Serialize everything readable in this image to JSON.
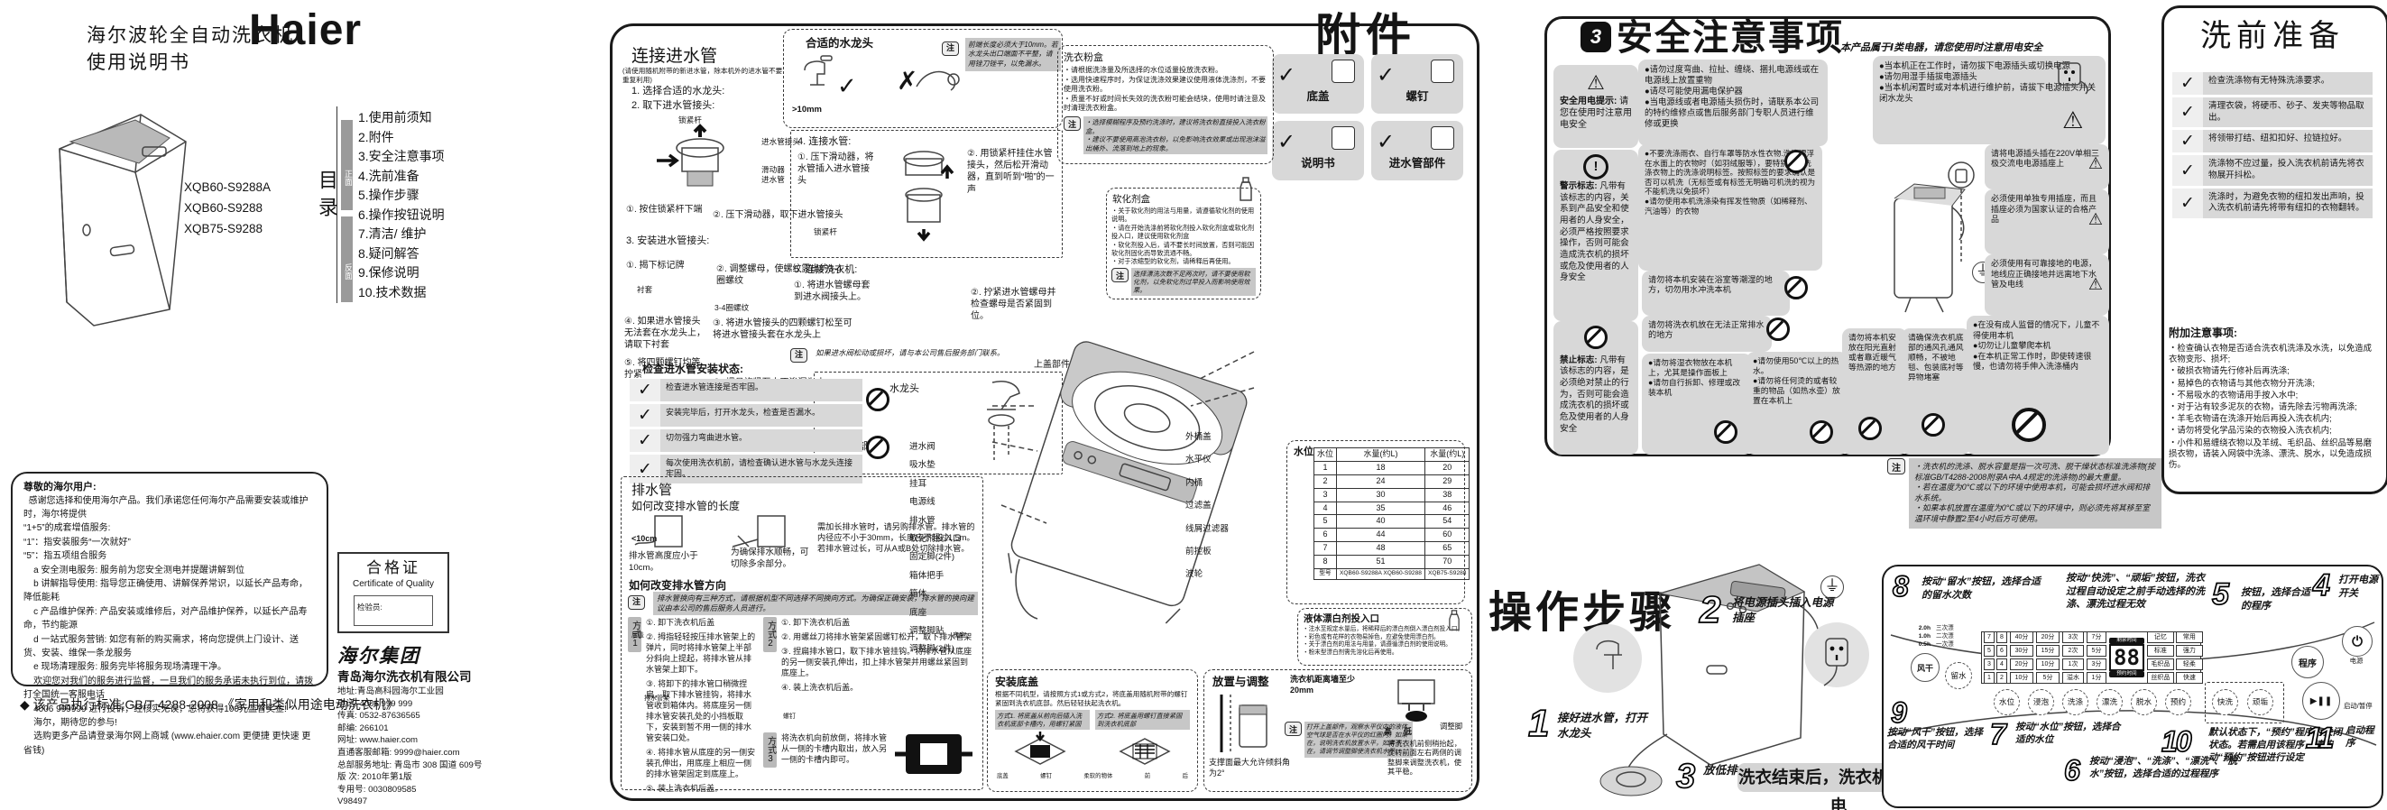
{
  "icons": {
    "check": "✓",
    "cross": "✗",
    "warn": "⚠",
    "power": "⏻",
    "start": "▶❚❚",
    "ground": "⏚",
    "note": "注",
    "hand": "3"
  },
  "cover": {
    "brand": "Haier",
    "title1": "海尔波轮全自动洗衣机",
    "title2": "使用说明书",
    "models": [
      "XQB60-S9288A",
      "XQB60-S9288",
      "XQB75-S9288"
    ],
    "toc_label": "目录",
    "front": "正面",
    "back": "反面",
    "toc": [
      "1.使用前须知",
      "2.附件",
      "3.安全注意事项",
      "4.洗前准备",
      "5.操作步骤",
      "6.操作按钮说明",
      "7.清洁/ 维护",
      "8.疑问解答",
      "9.保修说明",
      "10.技术数据"
    ],
    "letter_title": "尊敬的海尔用户:",
    "letter": [
      "  感谢您选择和使用海尔产品。我们承诺您任何海尔产品需要安装或维护时，海尔将提供",
      "“1+5”的成套增值服务:",
      "“1”：指安装服务“一次就好”",
      "“5”：指五项组合服务",
      "    a 安全测电服务: 服务前为您安全测电并提醒讲解到位",
      "    b 讲解指导使用: 指导您正确使用、讲解保养常识，以延长产品寿命，降低能耗",
      "    c 产品维护保养: 产品安装或维修后，对产品维护保养，以延长产品寿命，节约能源",
      "    d 一站式服务营销: 如您有新的购买需求，将向您提供上门设计、送货、安装、维保一条龙服务",
      "    e 现场清理服务: 服务完毕将服务现场清理干净。",
      "    欢迎您对我们的服务进行监督，一旦我们的服务承诺未执行到位，请拨打全国统一客服电话",
      "    4006 999999 进行投诉，经核实无误，您将获得100元监督奖金!",
      "    海尔，期待您的参与!",
      "    选购更多产品请登录海尔网上商城 (www.ehaier.com 更便捷 更快速 更省钱)"
    ],
    "standard": "◆ 该产品执行标准:GB/T 4288-2008 《家用和类似用途电动洗衣机》",
    "cert": {
      "cn": "合格证",
      "en": "Certificate of Quality",
      "inspector": "检验员:"
    },
    "company": {
      "logo": "海尔集团",
      "name": "青岛海尔洗衣机有限公司",
      "lines": [
        "地址:青岛高科园海尔工业园",
        "电话: 4006 999 999",
        "传真: 0532-87636565",
        "邮编: 266101",
        "网址: www.haier.com",
        "直通客服邮箱: 9999@haier.com",
        "总部服务地址: 青岛市 308 国道 609号",
        "版  次: 2010年第1版",
        "专用号: 0030809585",
        "V98497"
      ]
    }
  },
  "install": {
    "title": "连接进水管",
    "title_note": "(请使用随机附带的新进水管，除本机外的进水管不要重复利用)",
    "s1": "1. 选择合适的水龙头:",
    "s2": "2. 取下进水管接头:",
    "lbl_lock": "锁紧杆",
    "lbl_joint": "进水管接头",
    "lbl_slider": "滑动器",
    "lbl_pipe": "进水管",
    "s2a": "①. 按住锁紧杆下端",
    "s2b": "②. 压下滑动器，取下进水管接头",
    "s3": "3. 安装进水管接头:",
    "s3a": "①. 揭下标记牌",
    "lbl_sleeve": "衬套",
    "s3b": "②. 调整螺母，使螺纹露出约3-4圈螺纹",
    "lbl_turns": "3-4圈螺纹",
    "s3c": "③. 将进水管接头的四颗螺钉松至可将进水管接头套在水龙头上",
    "s3d": "④. 如果进水管接头无法套在水龙头上，请取下衬套",
    "s3e": "⑤. 将四颗螺钉均等拧紧",
    "lbl_nut": "螺母 ——",
    "s3f": "⑥. 螺母旋紧至水不渗漏为止",
    "faucet_title": "合适的水龙头",
    "faucet_dim": ">10mm",
    "faucet_note": "前端长度必须大于10mm。若水龙头出口端面不平整，请用锉刀锉平，以免漏水。",
    "s4": "4. 连接水管:",
    "s4a": "①. 压下滑动器，将水管插入进水管接头",
    "s4b": "②. 用锁紧杆挂住水管接头，然后松开滑动器，直到听到“啪”的一声",
    "s4lbl": "锁紧杆",
    "s5": "5. 连接洗衣机:",
    "s5a": "①. 将进水管螺母套到进水阀接头上。",
    "s5b": "②. 拧紧进水管螺母并检查螺母是否紧固到位。",
    "s5note": "如果进水阀松动或损坏，请与本公司售后服务部门联系。",
    "lbl_faucet": "水龙头",
    "lbl_parts": "进水管部件",
    "check_title": "检查进水管安装状态:",
    "checks": [
      "检查进水管连接是否牢固。",
      "安装完毕后，打开水龙头，检查是否漏水。",
      "切勿强力弯曲进水管。",
      "每次使用洗衣机前，请检查确认进水管与水龙头连接牢固。"
    ]
  },
  "drain": {
    "title": "排水管",
    "sub1": "如何改变排水管的长度",
    "cap0": "<10cm",
    "cap1": "排水管高度应小于10cm。",
    "cap2": "为确保排水顺畅，可切除多余部分。",
    "cap3": "需加长排水管时，请另购排水管。排水管的内径应不小于30mm，长度应不超过1.5m。若排水管过长，可从A或B处切除排水管。",
    "sub2": "如何改变排水管方向",
    "note": "排水管换向有三种方式，请根据机型不同选择不同换向方式。为确保正确安装，排水管的换向建议由本公司的售后服务人员进行。",
    "m1": "方式1",
    "m2": "方式2",
    "m3": "方式3",
    "m1s": [
      "①. 卸下洗衣机后盖",
      "②. 拇指轻轻按压排水管架上的弹片，同时将排水管架上半部分斜向上提起，将排水管从排水管架上卸下。",
      "③. 将卸下的排水管口稍微捏扁，取下排水管挂钩，将排水管收到箱体内。将底座另一侧排水管安装孔处的小挡板取下，安装到暂不用一侧的排水管安装口处。",
      "④. 将排水管从底座的另一侧安装孔伸出，用底座上相应一侧的排水管架固定到底座上。",
      "⑤. 装上洗衣机后盖。"
    ],
    "m2s": [
      "①. 卸下洗衣机后盖",
      "②. 用螺丝刀将排水管架紧固螺钉松开，取下排水管架",
      "③. 捏扁排水管口，取下排水管挂钩。将排水管从底座的另一侧安装孔伸出，扣上排水管架并用螺丝紧固到底座上。",
      "④. 装上洗衣机后盖。"
    ],
    "m3s": "将洗衣机向前放倒，将排水管从一侧的卡槽内取出，放入另一侧的卡槽内即可。",
    "lbl_screw": "螺钉",
    "lbl_rack": "排水管架",
    "lbl_back": "后盖",
    "lbl_base": "底座"
  },
  "acc": {
    "title": "附件",
    "items": [
      "底盖",
      "螺钉",
      "说明书",
      "进水管部件"
    ],
    "powder": {
      "title": "洗衣粉盒",
      "bullets": [
        "・请根据洗涤量及所选择的水位适量投放洗衣粉。",
        "・选用快速程序时，为保证洗涤效果建议使用液体洗涤剂，不要使用洗衣粉。",
        "・质量不好或时间长失效的洗衣粉可能会结块，使用时请注意及时清理洗衣粉盒。"
      ],
      "note": "・选择模糊程序及预约洗涤时，建议将洗衣粉直接投入洗衣粉盒。\n・建议不要使用高泡洗衣粉，以免影响洗衣效果或出现泡沫溢出桶外、流落到地上的现象。"
    },
    "softener": {
      "title": "软化剂盒",
      "bullets": [
        "・关于软化剂的用法与用量，请遵循软化剂的使用说明。",
        "・请在开始洗涤前将软化剂投入软化剂盒或软化剂投入口，建议使用软化剂盒",
        "・软化剂投入后，请不要长时间放置，否则可能因软化剂固化而导致流通不畅。",
        "・对于浓缩型的软化剂，请稀释后再使用。"
      ],
      "note": "选择漂洗次数不足两次时，请不要使用软化剂，以免软化剂过早投入而影响使用效果。"
    },
    "top_label": "上盖部件"
  },
  "diagram": {
    "left": [
      "进水阀",
      "吸水垫",
      "挂耳",
      "电源线",
      "排水管",
      "软化剂投入口",
      "固定脚(2件)",
      "箱体把手",
      "箱体",
      "底座",
      "调整脚贴",
      "调整脚(2件)"
    ],
    "right": [
      "外桶盖",
      "水平仪",
      "内桶",
      "过滤盖",
      "线屑过滤器",
      "前控板",
      "波轮"
    ]
  },
  "water": {
    "label": "水位",
    "headers": [
      "水位",
      "水量(约L)",
      "水量(约L)"
    ],
    "rows": [
      [
        "1",
        "18",
        "20"
      ],
      [
        "2",
        "24",
        "29"
      ],
      [
        "3",
        "30",
        "38"
      ],
      [
        "4",
        "35",
        "46"
      ],
      [
        "5",
        "40",
        "54"
      ],
      [
        "6",
        "44",
        "60"
      ],
      [
        "7",
        "48",
        "65"
      ],
      [
        "8",
        "51",
        "70"
      ]
    ],
    "footer": [
      "型号",
      "XQB60-S9288A XQB60-S9288",
      "XQB75-S9288"
    ]
  },
  "bleach": {
    "title": "液体漂白剂投入口",
    "bullets": [
      "・注水至规定水量后，将稀释后的漂白剂倒入漂白剂投入口。",
      "・彩色或有花样的衣物易掉色，应避免使用漂白剂。",
      "・关于漂白剂的用法与用量，请遵循漂白剂的使用说明。",
      "・粉末型漂白剂需先溶化后再使用。"
    ]
  },
  "coverinst": {
    "title": "安装底盖",
    "intro": "根据不同机型，请按照方式1或方式2，将底盖用随机附带的螺钉紧固到洗衣机底部。然后轻轻扶起洗衣机。",
    "m1": "方式1. 将底盖从前向后插入洗衣机底部卡槽内，用螺钉紧固",
    "m2": "方式2. 将底盖用螺钉直接紧固到洗衣机底部",
    "lbl_cover": "底盖",
    "lbl_screw": "螺钉",
    "lbl_soft": "柔软的物体",
    "lbl_front": "前",
    "lbl_back": "后"
  },
  "placement": {
    "title": "放置与调整",
    "wall": "洗衣机距离墙至少20mm",
    "tilt": "支撑面最大允许倾斜角为2°",
    "note": "打开上盖部件，观察水平仪内的液体空气球是否在水平仪的红圈内。如果在，说明洗衣机放置水平，如果不在，请调节调整脚使洗衣机水平。",
    "high": "高",
    "low": "低",
    "foot": "调整脚",
    "text": "将洗衣机前侧稍抬起，旋转前面左右两侧的调整脚来调整洗衣机，使其平稳。"
  },
  "safety": {
    "title": "安全注意事项",
    "subtitle": "本产品属于Ⅰ类电器，请您使用时注意用电安全",
    "tip_head": "安全用电提示:",
    "tip_body": "请您在使用时注意用电安全",
    "warn_head": "警示标志: ",
    "warn_body": "凡带有该标志的内容，关系到产品安全和使用者的人身安全，必须严格按照要求操作，否则可能会造成洗衣机的损坏或危及使用者的人身安全",
    "ban_head": "禁止标志: ",
    "ban_body": "凡带有该标志的内容，是必须绝对禁止的行为，否则可能会造成洗衣机的损坏或危及使用者的人身安全",
    "cord": [
      "●请勿过度弯曲、拉扯、缠绕、捆扎电源线或在电源线上放置重物",
      "●请尽可能使用漏电保护器",
      "●当电源线或者电源插头损伤时，请联系本公司的特约维修点或售后服务部门专职人员进行维修或更换"
    ],
    "waterproof": [
      "●不要洗涤雨衣、自行车罩等防水性衣物.洗涤漂浮在水面上的衣物时（如羽绒服等），要特别注意洗涤衣物上的洗涤说明标签。按照标签的要求确认是否可以机洗（无标签或有标签无明确可机洗的视为不能机洗以免损坏）",
      "●请勿使用本机洗涤染有挥发性物质（如稀释剂、汽油等）的衣物"
    ],
    "bathroom": "请勿将本机安装在浴室等潮湿的地方，切勿用水冲洗本机",
    "drainage": "请勿将洗衣机放在无法正常排水的地方",
    "wet": [
      "●请勿将湿衣物放在本机上，尤其是操作面板上",
      "●请勿自行拆卸、修理或改装本机"
    ],
    "hot": [
      "●请勿使用50℃以上的热水。",
      "●请勿将任何烫的或者较重的物品（如热水壶）放置在本机上"
    ],
    "sun": "请勿将本机安放在阳光直射或者靠近暖气等热源的地方",
    "vent": "请确保洗衣机底部的通风孔通风顺畅，不被地毯、包装底衬等异物堵塞",
    "working": [
      "●当本机正在工作时，请勿拔下电源插头或切换电源",
      "●请勿用湿手插拔电源插头",
      "●当本机闲置时或对本机进行维护前，请拔下电源插头并关闭水龙头"
    ],
    "v220": "请将电源插头插在220V单相三极交流电电源插座上",
    "socket": "必须使用单独专用插座，而且插座必须为国家认证的合格产品",
    "groundw": "必须使用有可靠接地的电源，地线应正确接地并远离地下水管及电线",
    "children": [
      "●在没有成人监督的情况下，儿童不得使用本机",
      "●切勿让儿童攀爬本机",
      "●在本机正常工作时，即使转速很慢，也请勿将手伸入洗涤桶内"
    ]
  },
  "prewash": {
    "title": "洗前准备",
    "checks": [
      "检查洗涤物有无特殊洗涤要求。",
      "清理衣袋，将硬币、砂子、发夹等物品取出。",
      "将领带打结、纽扣扣好、拉链拉好。",
      "洗涤物不应过量，投入洗衣机前请先将衣物展开抖松。",
      "洗涤时，为避免衣物的纽扣发出声响，投入洗衣机前请先将带有纽扣的衣物翻转。"
    ],
    "extra_title": "附加注意事项:",
    "extras": [
      "・检查确认衣物是否适合洗衣机洗涤及水洗，以免造成衣物变形、损坏;",
      "・破损衣物请先行修补后再洗涤;",
      "・易掉色的衣物请与其他衣物分开洗涤;",
      "・不易吸水的衣物请用手按入水中;",
      "・对于沾有较多泥灰的衣物，请先除去污物再洗涤;",
      "・羊毛衣物请在洗涤开始后再投入洗衣机内;",
      "・请勿将受化学品污染的衣物投入洗衣机内;",
      "・小件和易缠绕衣物以及羊绒、毛织品、丝织品等易磨损衣物，请装入网袋中洗涤、漂洗、脱水，以免造成损伤。"
    ]
  },
  "op": {
    "title": "操作步骤",
    "n1": "1",
    "n2": "2",
    "n3": "3",
    "n4": "4",
    "n5": "5",
    "n6": "6",
    "n7": "7",
    "n8": "8",
    "n9": "9",
    "n10": "10",
    "n11": "11",
    "s1": "接好进水管，打开水龙头",
    "s2": "将电源插头插入电源插座",
    "s3": "放低排水管",
    "notes": [
      "・洗衣机的洗涤、脱水容量是指一次可洗、脱干燥状态标准洗涤物(按标准GB/T4288-2008附录A中A.4规定的洗涤物)的最大重量。",
      "・若在温度为0℃或以下的环境中使用本机，可能会损坏进水阀和排水系统。",
      "・如果本机放置在温度为0℃或以下的环境中，则必须先将其移至室温环境中静置2至4小时后方可使用。"
    ],
    "finish": "洗衣结束后，洗衣机自动断电",
    "s4": "打开电源开关",
    "s5": "按钮，选择合适的程序",
    "quick_note": "按动“快洗”、“顽垢”按钮，洗衣过程自动设定之前手动选择的洗涤、漂洗过程无效",
    "s6": "按动“浸泡”、“洗涤”、“漂洗”、“脱水”按钮，选择合适的过程程序",
    "s7": "按动“水位”按钮，选择合适的水位",
    "s8": "按动“留水”按钮，选择合适的留水次数",
    "s9": "按动“风干”按钮，选择合适的风干时间",
    "s10": "默认状态下，“预约”程序为关闭状态。若需启用该程序，请按动“预约”按钮进行设定",
    "s11": "启动程序"
  },
  "panel": {
    "dry_times": [
      "2.0h",
      "1.0h",
      "0.5h"
    ],
    "rinse_keeps": [
      "三次漂",
      "二次漂",
      "一次漂"
    ],
    "btn_dry": "风干",
    "btn_keep": "留水",
    "levels": [
      "7",
      "8",
      "5",
      "6",
      "3",
      "4",
      "1",
      "2"
    ],
    "wash_times": [
      "40分",
      "30分",
      "20分",
      "10分"
    ],
    "soak_times": [
      "20分",
      "15分",
      "10分",
      "5分"
    ],
    "rinse_counts": [
      "3次",
      "2次",
      "1次",
      "溢水"
    ],
    "spin_times": [
      "7分",
      "5分",
      "3分",
      "1分"
    ],
    "display": "88",
    "rest": "剩余时间",
    "appoint": "预约时间",
    "programs": [
      "记忆",
      "常用",
      "标准",
      "强力",
      "毛织品",
      "轻柔",
      "丝织品",
      "快速"
    ],
    "buttons": [
      "水位",
      "浸泡",
      "洗涤",
      "漂洗",
      "脱水",
      "预约"
    ],
    "quick_buttons": [
      "快洗",
      "顽垢"
    ],
    "btn_program": "程序",
    "btn_power": "电源",
    "btn_start": "启动/暂停"
  }
}
